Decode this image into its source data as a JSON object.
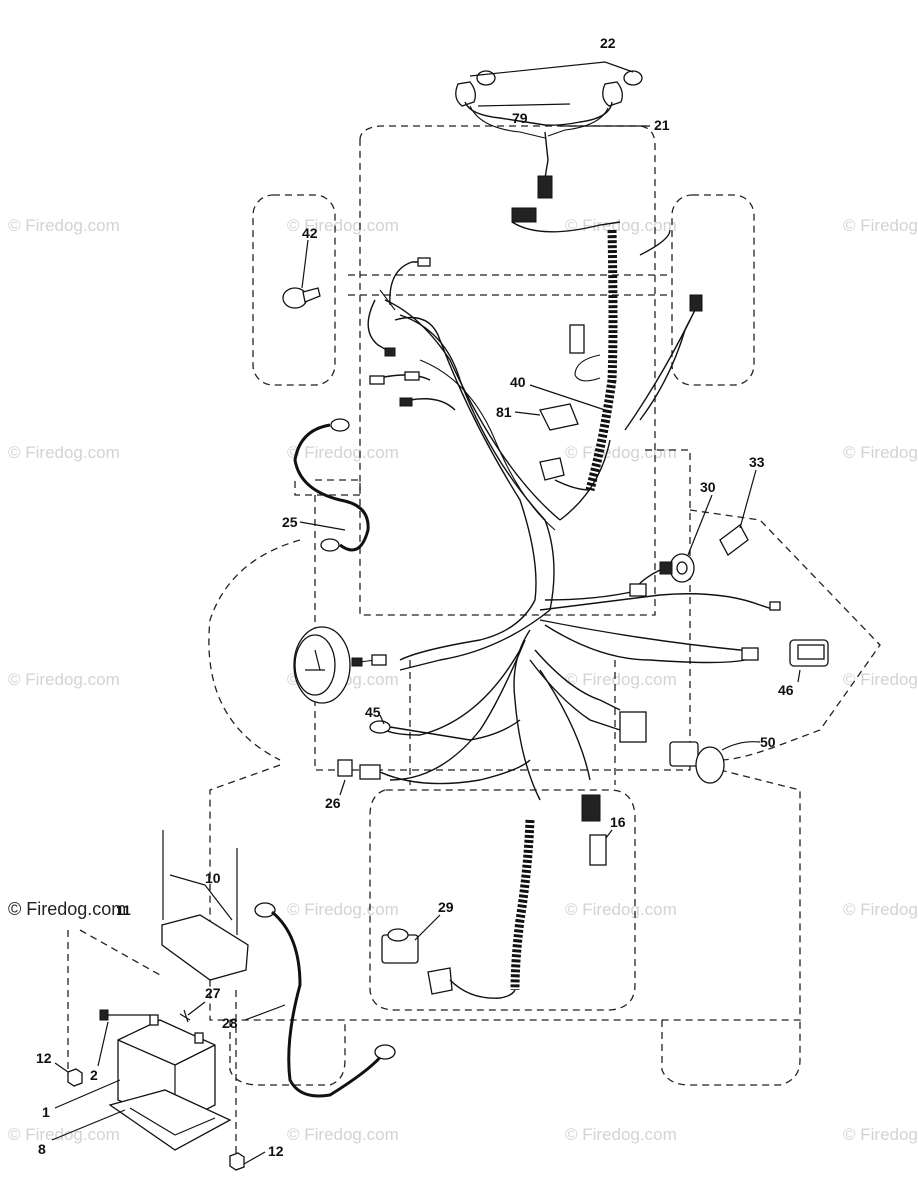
{
  "watermark": "© Firedog.com",
  "callouts": {
    "c22": "22",
    "c79": "79",
    "c21": "21",
    "c42": "42",
    "c40": "40",
    "c81": "81",
    "c33": "33",
    "c30": "30",
    "c25": "25",
    "c45": "45",
    "c46": "46",
    "c50": "50",
    "c26": "26",
    "c16": "16",
    "c10": "10",
    "c11": "11",
    "c29": "29",
    "c27": "27",
    "c28": "28",
    "c12a": "12",
    "c2": "2",
    "c1": "1",
    "c8": "8",
    "c12b": "12"
  }
}
